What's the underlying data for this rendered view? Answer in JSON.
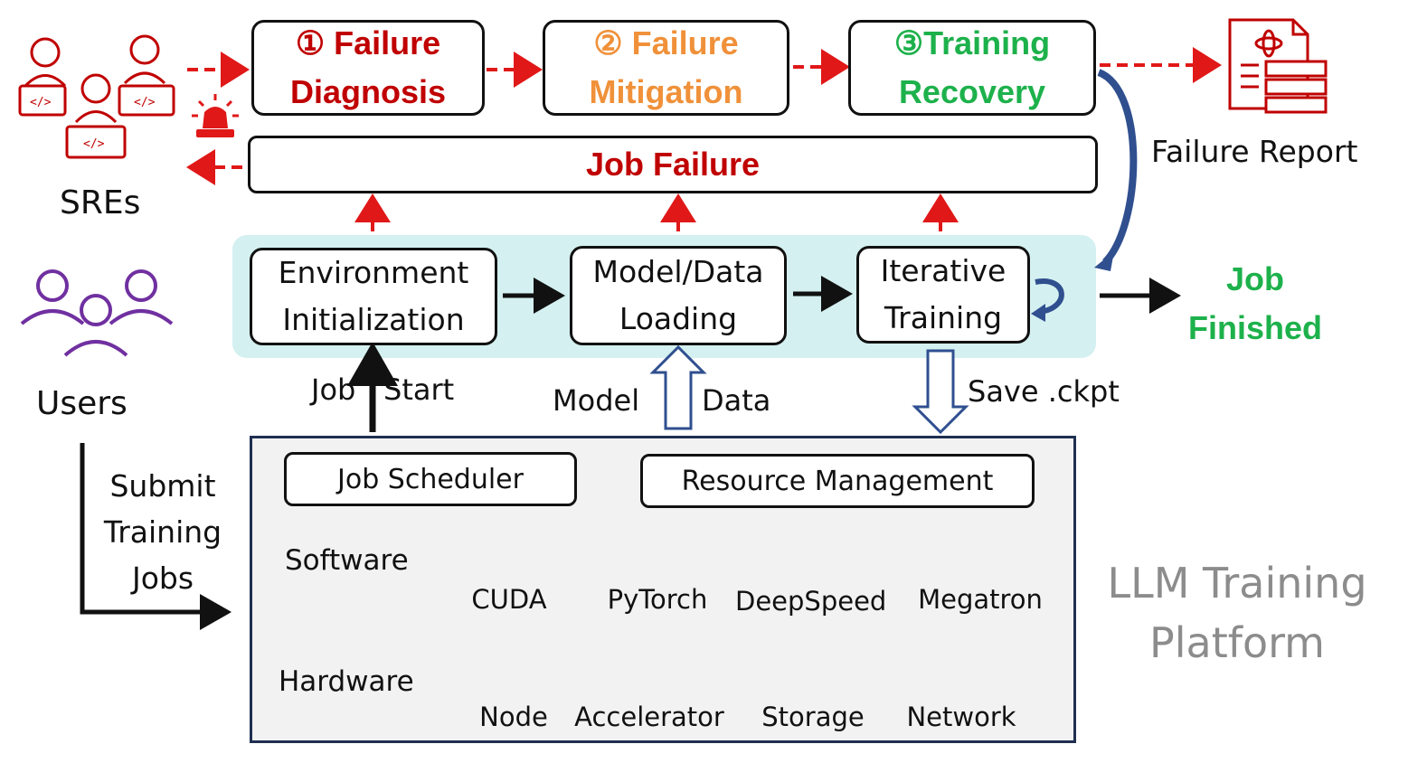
{
  "stages": [
    {
      "num": "①",
      "line1": "Failure",
      "line2": "Diagnosis",
      "color": "#C00000"
    },
    {
      "num": "②",
      "line1": "Failure",
      "line2": "Mitigation",
      "color": "#F0913A"
    },
    {
      "num": "③",
      "line1": "Training",
      "line2": "Recovery",
      "color": "#1DB14B"
    }
  ],
  "job_failure": {
    "label": "Job Failure",
    "color": "#C00000"
  },
  "failure_report": "Failure Report",
  "actors": {
    "sres": "SREs",
    "users": "Users"
  },
  "pipeline": [
    {
      "line1": "Environment",
      "line2": "Initialization"
    },
    {
      "line1": "Model/Data",
      "line2": "Loading"
    },
    {
      "line1": "Iterative",
      "line2": "Training"
    }
  ],
  "job_finished": {
    "line1": "Job",
    "line2": "Finished",
    "color": "#1DB14B"
  },
  "flow_labels": {
    "job": "Job",
    "start": "Start",
    "model": "Model",
    "data": "Data",
    "save_ckpt": "Save .ckpt",
    "submit_line1": "Submit",
    "submit_line2": "Training",
    "submit_line3": "Jobs"
  },
  "platform": {
    "scheduler": "Job Scheduler",
    "resource": "Resource Management",
    "software_label": "Software",
    "hardware_label": "Hardware",
    "software": [
      {
        "name": "CUDA",
        "icon": "nvidia-icon"
      },
      {
        "name": "PyTorch",
        "icon": "pytorch-icon"
      },
      {
        "name": "DeepSpeed",
        "icon": "deepspeed-icon"
      },
      {
        "name": "Megatron",
        "icon": "nvidia-icon"
      }
    ],
    "hardware": [
      {
        "name": "Node",
        "icon": "server-rack-icon"
      },
      {
        "name": "Accelerator",
        "icon": "gpu-card-icon"
      },
      {
        "name": "Storage",
        "icon": "database-icon"
      },
      {
        "name": "Network",
        "icon": "network-hub-icon"
      }
    ],
    "title_line1": "LLM Training",
    "title_line2": "Platform"
  },
  "colors": {
    "alert_red": "#E01818",
    "pipeline_bg": "#D4F0F0",
    "platform_border": "#1F2F4F",
    "blue_arrow": "#2F4F8F",
    "user_purple": "#7030A0",
    "nvidia_green": "#76B900",
    "pytorch_orange": "#EE4C2C",
    "platform_gray": "#8C8C8C"
  }
}
